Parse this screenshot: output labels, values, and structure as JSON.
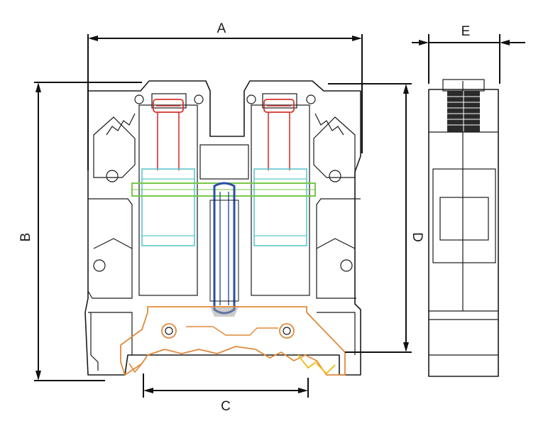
{
  "dimensions": {
    "a": "A",
    "b": "B",
    "c": "C",
    "d": "D",
    "e": "E"
  },
  "colors": {
    "line": "#1a1a1a",
    "screw": "#d8342c",
    "clamp": "#5cc8cc",
    "rail": "#78c84a",
    "bridge": "#2c4fa8",
    "base": "#e08a3c",
    "contact": "#f0c020"
  }
}
